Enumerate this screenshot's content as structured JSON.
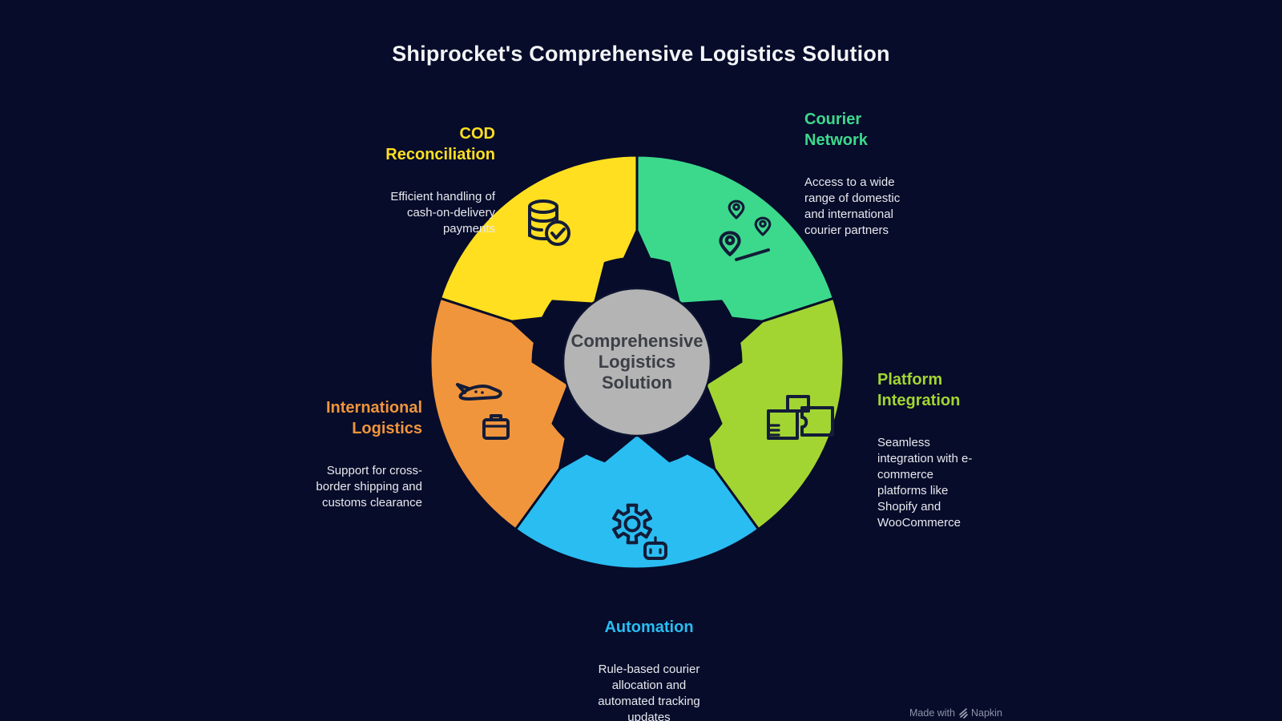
{
  "title": "Shiprocket's Comprehensive Logistics Solution",
  "center": {
    "label": "Comprehensive\nLogistics\nSolution",
    "bg_color": "#b4b4b4",
    "text_color": "#3c3f47"
  },
  "segments": [
    {
      "id": "courier-network",
      "label": "Courier\nNetwork",
      "description": "Access to a wide\nrange of domestic\nand international\ncourier partners",
      "color": "#3cd98c",
      "icon": "map-pins-icon"
    },
    {
      "id": "platform-integration",
      "label": "Platform\nIntegration",
      "description": "Seamless\nintegration with e-\ncommerce\nplatforms like\nShopify and\nWooCommerce",
      "color": "#a2d532",
      "icon": "integration-blocks-icon"
    },
    {
      "id": "automation",
      "label": "Automation",
      "description": "Rule-based courier\nallocation and\nautomated tracking\nupdates",
      "color": "#2abdf2",
      "icon": "gear-robot-icon"
    },
    {
      "id": "international-logistics",
      "label": "International\nLogistics",
      "description": "Support for cross-\nborder shipping and\ncustoms clearance",
      "color": "#f0953c",
      "icon": "airplane-briefcase-icon"
    },
    {
      "id": "cod-reconciliation",
      "label": "COD\nReconciliation",
      "description": "Efficient handling of\ncash-on-delivery\npayments",
      "color": "#ffdf20",
      "icon": "coins-check-icon"
    }
  ],
  "watermark": {
    "made_with": "Made with",
    "brand": "Napkin"
  }
}
